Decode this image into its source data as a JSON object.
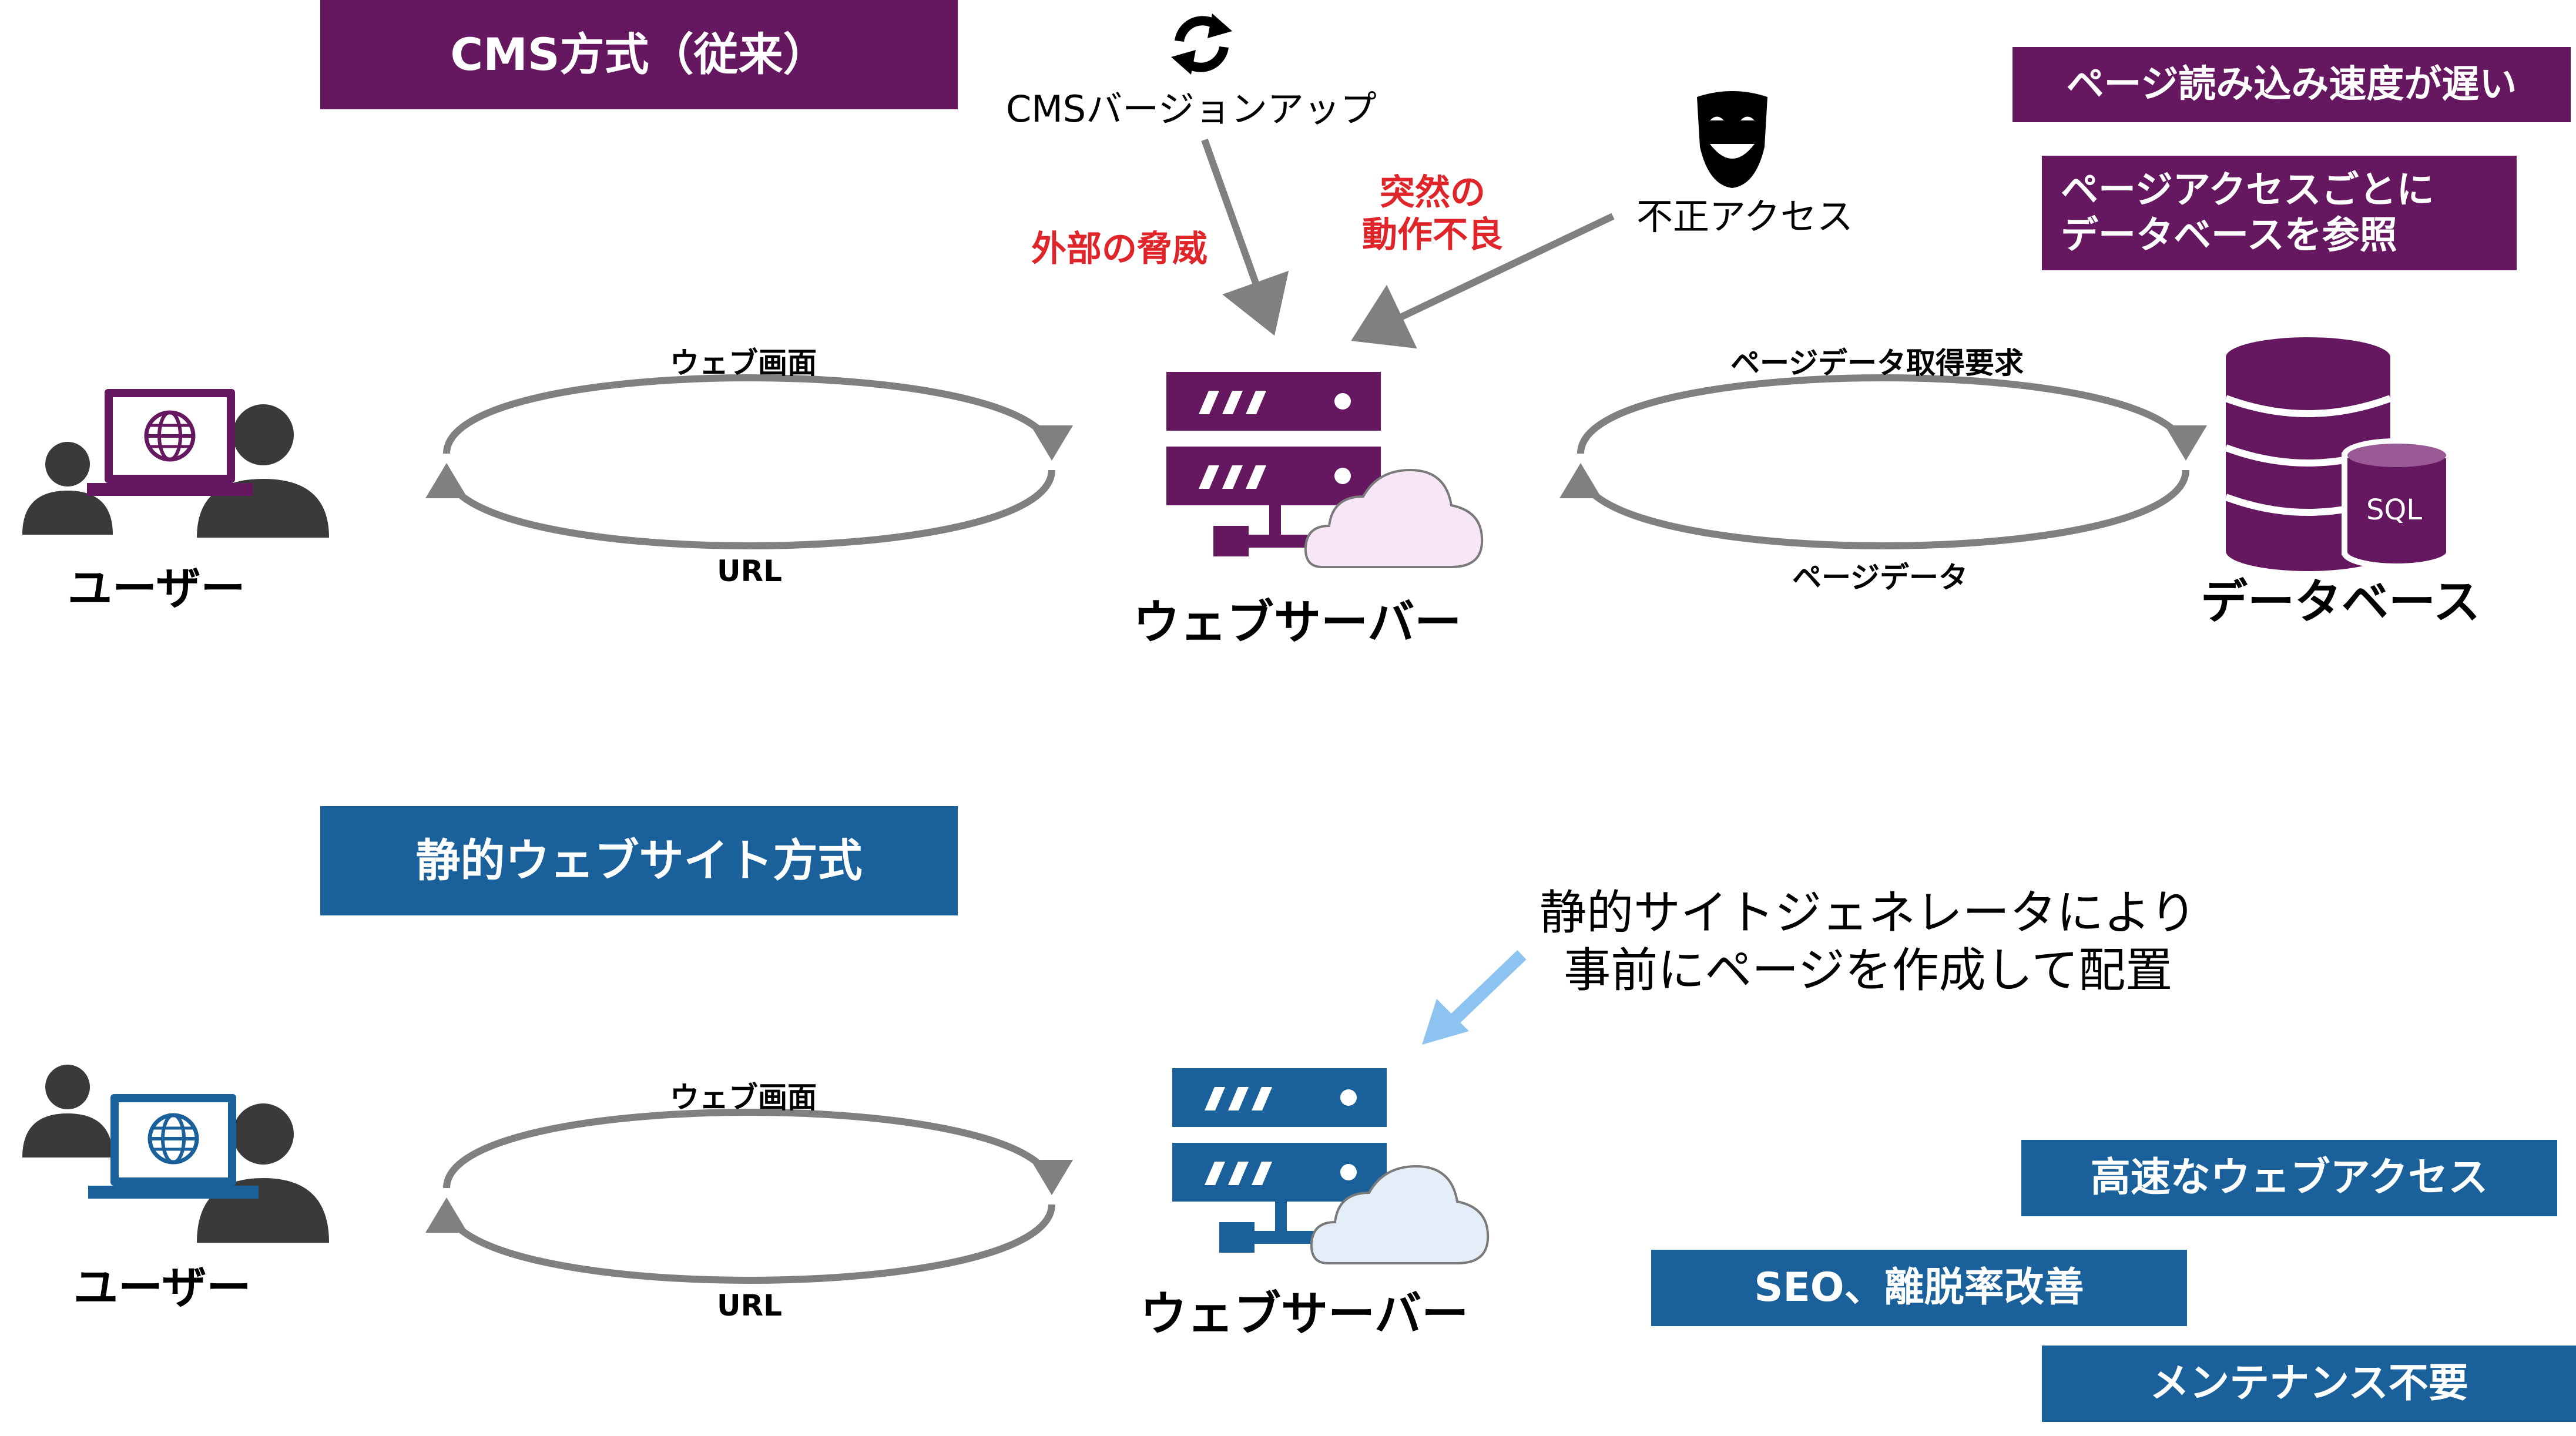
{
  "top": {
    "section_title": "CMS方式（従来）",
    "cms_update_label": "CMSバージョンアップ",
    "external_threat_label": "外部の脅威",
    "sudden_malfunction_label_1": "突然の",
    "sudden_malfunction_label_2": "動作不良",
    "unauthorized_access_label": "不正アクセス",
    "user_label": "ユーザー",
    "web_screen_label": "ウェブ画面",
    "url_label": "URL",
    "server_label": "ウェブサーバー",
    "page_data_request_label": "ページデータ取得要求",
    "page_data_label": "ページデータ",
    "database_label": "データベース",
    "sql_label": "SQL",
    "note_slow": "ページ読み込み速度が遅い",
    "note_db_1": "ページアクセスごとに",
    "note_db_2": "データベースを参照"
  },
  "bottom": {
    "section_title": "静的ウェブサイト方式",
    "generator_note_1": "静的サイトジェネレータにより",
    "generator_note_2": "事前にページを作成して配置",
    "user_label": "ユーザー",
    "web_screen_label": "ウェブ画面",
    "url_label": "URL",
    "server_label": "ウェブサーバー",
    "benefit_fast": "高速なウェブアクセス",
    "benefit_seo": "SEO、離脱率改善",
    "benefit_maintenance": "メンテナンス不要"
  },
  "colors": {
    "purple": "#651760",
    "blue": "#1a619c",
    "red": "#e0252a",
    "arrow_gray": "#808080",
    "light_blue_arrow": "#8dc3f0"
  },
  "icons": [
    "sync-icon",
    "theater-mask-icon",
    "users-laptop-icon",
    "server-icon",
    "cloud-icon",
    "database-icon",
    "globe-icon"
  ]
}
